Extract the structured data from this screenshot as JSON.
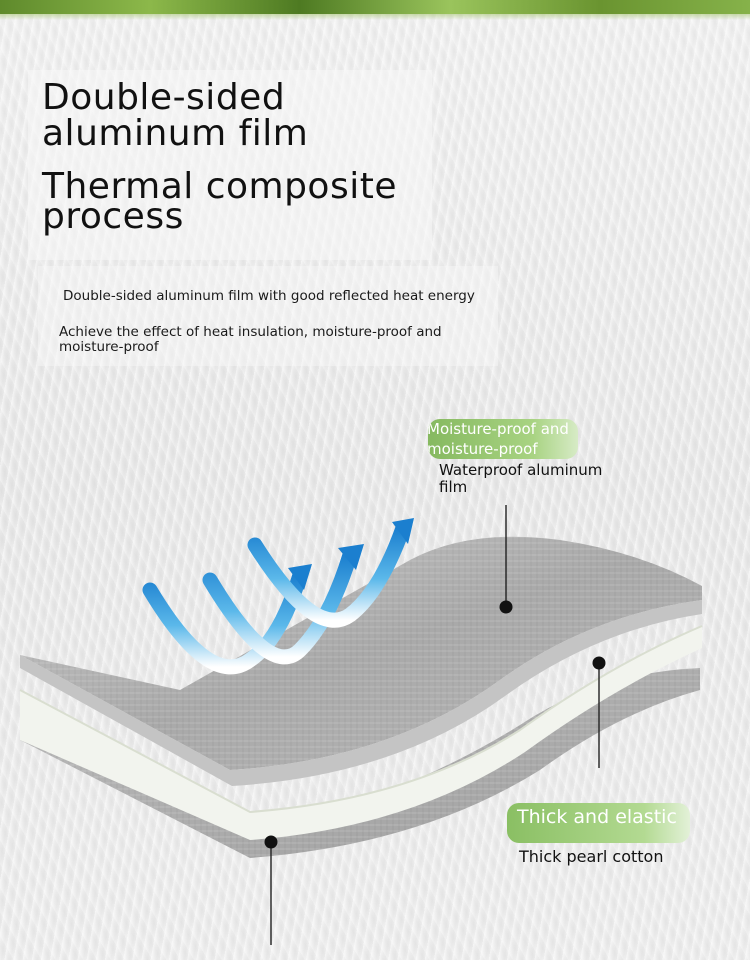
{
  "heading": {
    "line1": "Double-sided aluminum film",
    "line2": "Thermal composite process"
  },
  "description": {
    "line1": "Double-sided aluminum film with good reflected heat energy",
    "line2": "Achieve the effect of heat insulation, moisture-proof and moisture-proof"
  },
  "callouts": {
    "top_badge": "Moisture-proof and moisture-proof",
    "top_label": "Waterproof aluminum film",
    "bottom_badge": "Thick and elastic",
    "bottom_label": "Thick pearl cotton"
  },
  "icons": {
    "heat_arrows": "heat-reflection-arrows-icon"
  },
  "colors": {
    "accent_green": "#8abf63",
    "arrow_blue": "#1b95d8",
    "foil_gray": "#a9a9a9",
    "foam_white": "#f2f4ee"
  }
}
